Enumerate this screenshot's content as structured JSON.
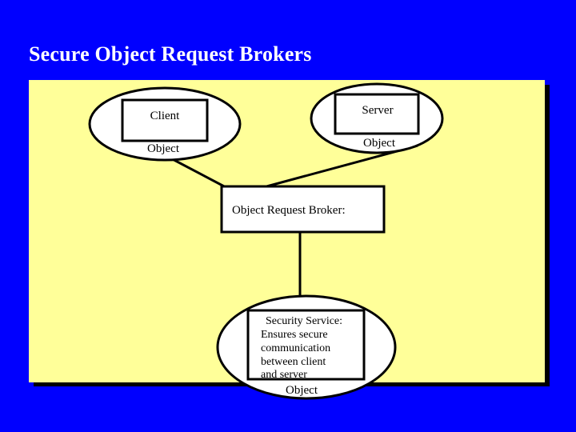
{
  "slide": {
    "title": "Secure Object Request Brokers",
    "background_color": "#0000ff",
    "title_color": "#ffffff",
    "panel_color": "#ffff99",
    "panel_shadow_color": "#000000",
    "shape_fill": "#ffffff",
    "shape_stroke": "#000000"
  },
  "diagram": {
    "type": "node-link",
    "nodes": [
      {
        "id": "client",
        "shape": "ellipse-with-inner-rect",
        "box_label": "Client",
        "outer_label": "Object"
      },
      {
        "id": "server",
        "shape": "ellipse-with-inner-rect",
        "box_label": "Server",
        "outer_label": "Object"
      },
      {
        "id": "orb",
        "shape": "rect",
        "box_label": "Object Request Broker:"
      },
      {
        "id": "security",
        "shape": "ellipse-with-inner-rect",
        "box_lines": [
          "Security Service:",
          "Ensures secure",
          "communication",
          "between client",
          "and server"
        ],
        "outer_label": "Object"
      }
    ],
    "edges": [
      {
        "from": "client",
        "to": "orb"
      },
      {
        "from": "server",
        "to": "orb"
      },
      {
        "from": "orb",
        "to": "security"
      }
    ]
  }
}
